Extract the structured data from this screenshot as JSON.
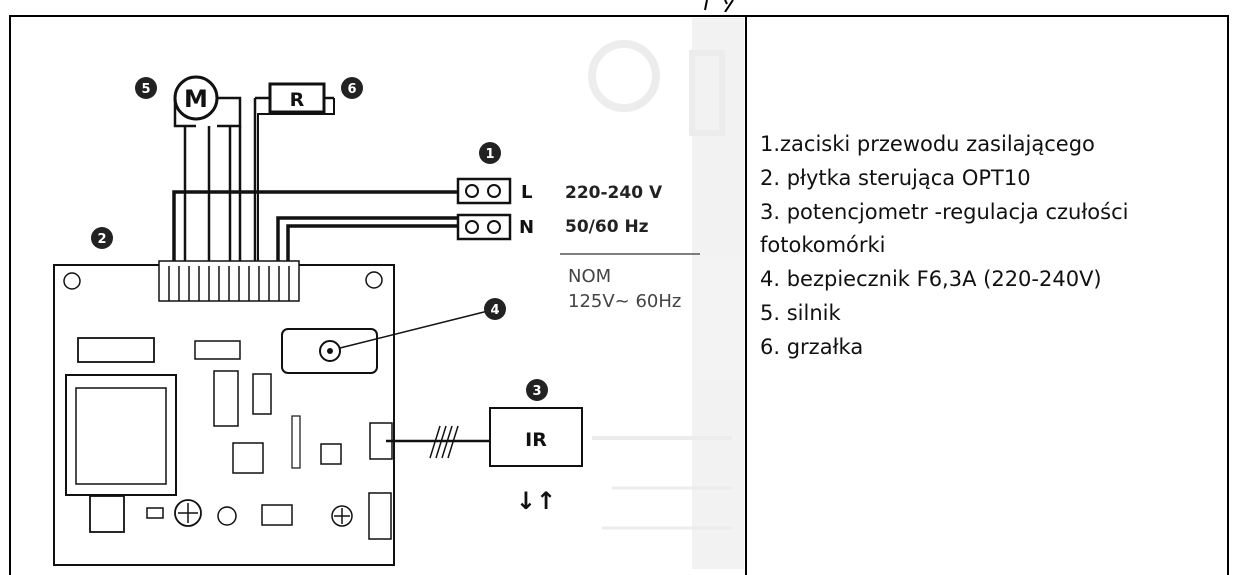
{
  "diagram": {
    "marker_1": "1",
    "marker_2": "2",
    "marker_3": "3",
    "marker_4": "4",
    "marker_5": "5",
    "marker_6": "6",
    "motor_label": "M",
    "resistor_label": "R",
    "terminal_L": "L",
    "terminal_N": "N",
    "voltage": "220-240 V",
    "frequency": "50/60 Hz",
    "nom_label": "NOM",
    "nom_value": "125V~ 60Hz",
    "ir_label": "IR",
    "ir_arrows": "↓↑"
  },
  "legend": {
    "items": [
      "1.zaciski przewodu zasilającego",
      "2. płytka sterująca OPT10",
      "3. potencjometr -regulacja czułości",
      "fotokomórki",
      "4. bezpiecznik F6,3A (220-240V)",
      "5. silnik",
      "6. grzałka"
    ]
  }
}
